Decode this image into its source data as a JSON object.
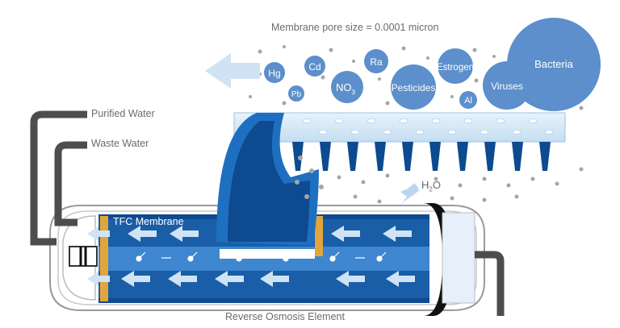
{
  "labels": {
    "pore_size": "Membrane pore size = 0.0001 micron",
    "purified_water": "Purified Water",
    "waste_water": "Waste Water",
    "tfc_membrane": "TFC Membrane",
    "element": "Reverse Osmosis Element",
    "water_main": "H",
    "water_sub": "2",
    "water_end": "O"
  },
  "contaminants": {
    "hg": "Hg",
    "pb": "Pb",
    "cd": "Cd",
    "no3_main": "NO",
    "no3_sub": "3",
    "ra": "Ra",
    "pesticides": "Pesticides",
    "estrogen": "Estrogen",
    "al": "Al",
    "viruses": "Viruses",
    "bacteria": "Bacteria"
  },
  "colors": {
    "dark_blue": "#0d4a8f",
    "mid_blue": "#1f6fc1",
    "light_blue": "#5b9bd5",
    "bubble": "#5c8fcb",
    "pale_blue": "#cfe3f5",
    "pipe": "#4d4d4d",
    "seal": "#e0a63c",
    "dot_gray": "#a6a6a6"
  }
}
